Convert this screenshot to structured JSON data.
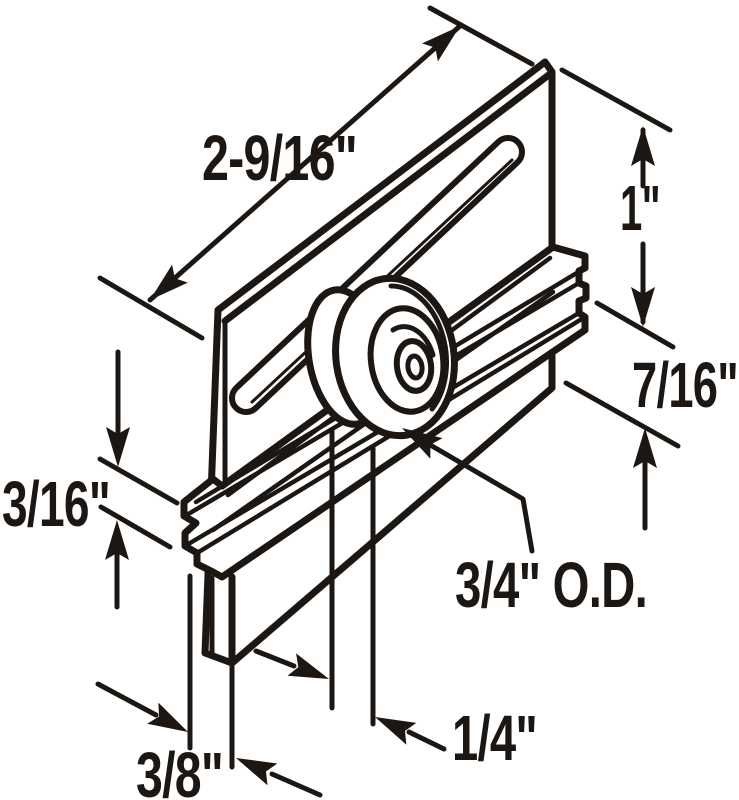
{
  "colors": {
    "ink": "#1c1713",
    "background": "#ffffff"
  },
  "drawing": {
    "description": "Isometric technical line drawing of a sliding-door roller bracket: flat mounting plate with diagonal adjustment slot, grooved bottom rail and round roller wheel, annotated with dimension arrows."
  },
  "labels": {
    "plate_length": "2-9/16\"",
    "plate_height": "1\"",
    "rail_depth": "7/16\"",
    "flange_thickness": "3/16\"",
    "roller_od": "3/4\" O.D.",
    "roller_offset": "1/4\"",
    "tab_width": "3/8\""
  }
}
